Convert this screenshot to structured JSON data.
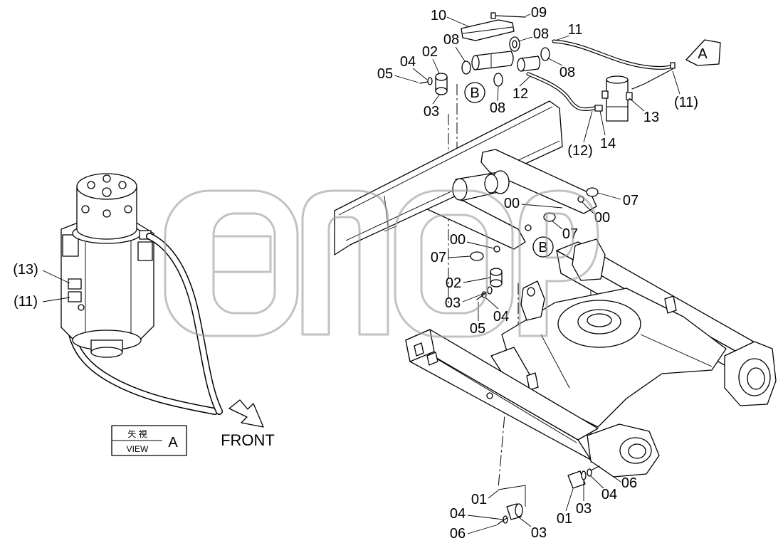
{
  "callouts": [
    "10",
    "09",
    "08",
    "08",
    "11",
    "02",
    "04",
    "05",
    "03",
    "08",
    "12",
    "08",
    "(12)",
    "14",
    "13",
    "(11)",
    "00",
    "07",
    "00",
    "07",
    "00",
    "07",
    "02",
    "03",
    "04",
    "05",
    "(13)",
    "(11)",
    "01",
    "04",
    "06",
    "03",
    "06",
    "04",
    "03",
    "01"
  ],
  "view_markers": {
    "flag_a": "A",
    "circle_b_upper": "B",
    "circle_b_lower": "B"
  },
  "front_label": "FRONT",
  "view_box": {
    "kanji": "矢 視",
    "view": "VIEW",
    "letter": "A"
  },
  "colors": {
    "line": "#000000",
    "background": "#ffffff",
    "watermark": "#9a9a9a"
  },
  "icons": {
    "front_arrow": "arrow-down-right-icon",
    "view_flag": "flag-arrow-icon"
  }
}
